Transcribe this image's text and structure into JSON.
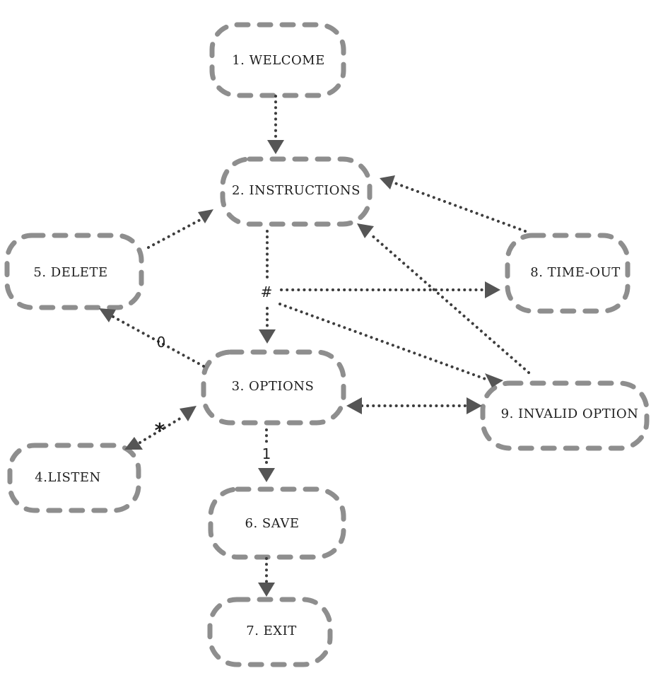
{
  "nodes": {
    "welcome": "1. WELCOME",
    "instructions": "2. INSTRUCTIONS",
    "options": "3. OPTIONS",
    "listen": "4.LISTEN",
    "delete": "5. DELETE",
    "save": "6. SAVE",
    "exit": "7. EXIT",
    "timeout": "8. TIME-OUT",
    "invalid": "9. INVALID OPTION"
  },
  "edge_labels": {
    "hash": "#",
    "zero": "0",
    "star": "*",
    "one": "1"
  },
  "colors": {
    "node_border": "#8e8e8e",
    "edge": "#3d3d3d",
    "arrow": "#555555",
    "text": "#1e1e1e"
  }
}
